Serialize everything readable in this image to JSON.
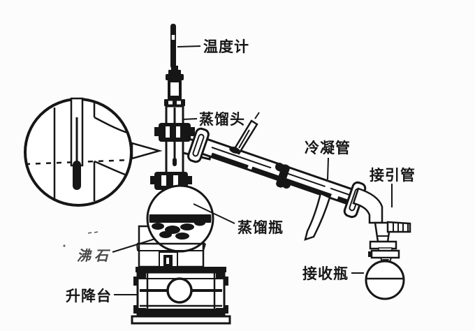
{
  "diagram": {
    "background": "#fcfcfc",
    "ink": "#161616",
    "labels": {
      "thermometer": "温度计",
      "still_head": "蒸馏头",
      "condenser": "冷凝管",
      "delivery_adapter": "接引管",
      "distillation_flask": "蒸馏瓶",
      "boiling_stones": "沸石",
      "receiving_flask": "接收瓶",
      "lifting_platform": "升降台"
    }
  }
}
